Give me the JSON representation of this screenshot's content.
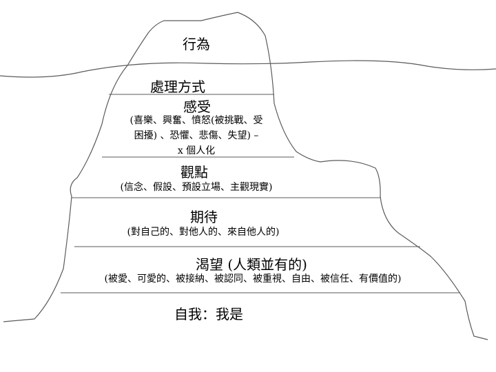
{
  "layers": {
    "behavior": {
      "title": "行為"
    },
    "coping": {
      "title": "處理方式"
    },
    "feelings": {
      "title": "感受",
      "detail_line1": "(喜樂、興奮、憤怒(被挑戰、受",
      "detail_line2": "困擾) 、恐懼、悲傷、失望) –",
      "detail_line3": "x 個人化"
    },
    "perceptions": {
      "title": "觀點",
      "detail": "(信念、假設、預設立場、主觀現實)"
    },
    "expectations": {
      "title": "期待",
      "detail": "(對自己的、對他人的、來自他人的)"
    },
    "yearnings": {
      "title": "渴望 (人類並有的)",
      "detail": "(被愛、可愛的、被接納、被認同、被重視、自由、被信任、有價值的)"
    },
    "self": {
      "title": "自我：我是"
    }
  },
  "colors": {
    "line": "#5a5a5a",
    "text": "#000000",
    "background": "#ffffff"
  }
}
